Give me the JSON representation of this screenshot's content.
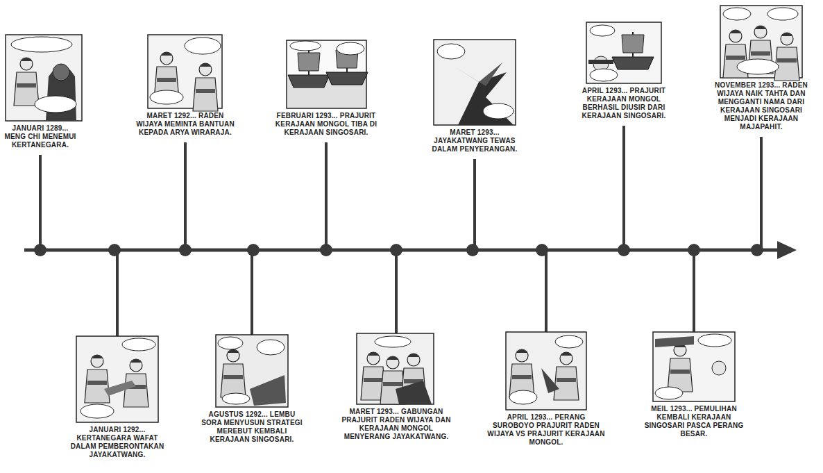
{
  "diagram": {
    "nodes": [
      {
        "text": [
          "JANUARI 1289... MENG CHI MENEMUI KERTANEGARA."
        ]
      },
      {
        "text": [
          "JANUARI 1292... KERTANEGARA WAFAT DALAM PEMBERONTAKAN JAYAKATWANG."
        ]
      },
      {
        "text": [
          "MARET 1292... RADEN WIJAYA MEMINTA BANTUAN KEPADA ARYA WIRARAJA."
        ]
      },
      {
        "text": [
          "AGUSTUS 1292... LEMBU SORA MENYUSUN STRATEGI MEREBUT KEMBALI KERAJAAN SINGOSARI."
        ]
      },
      {
        "text": [
          "FEBRUARI 1293... PRAJURIT KERAJAAN MONGOL TIBA DI KERAJAAN SINGOSARI."
        ]
      },
      {
        "text": [
          "MARET 1293... GABUNGAN PRAJURIT RADEN WIJAYA DAN KERAJAAN MONGOL MENYERANG JAYAKATWANG."
        ]
      },
      {
        "text": [
          "MARET 1293... JAYAKATWANG TEWAS DALAM PENYERANGAN."
        ]
      },
      {
        "text": [
          "APRIL 1293... PERANG SUROBOYO PRAJURIT RADEN WIJAYA VS PRAJURIT KERAJAAN MONGOL."
        ]
      },
      {
        "text": [
          "APRIL 1293... PRAJURIT KERAJAAN MONGOL BERHASIL DIUSIR DARI KERAJAAN SINGOSARI."
        ]
      },
      {
        "text": [
          "MEIL 1293... PEMULIHAN KEMBALI KERAJAAN SINGOSARI PASCA PERANG BESAR."
        ]
      },
      {
        "text": [
          "NOVEMBER 1293... RADEN WIJAYA NAIK TAHTA DAN MENGGANTI NAMA DARI KERAJAAN SINGOSARI MENJADI KERAJAAN MAJAPAHIT."
        ]
      }
    ]
  }
}
